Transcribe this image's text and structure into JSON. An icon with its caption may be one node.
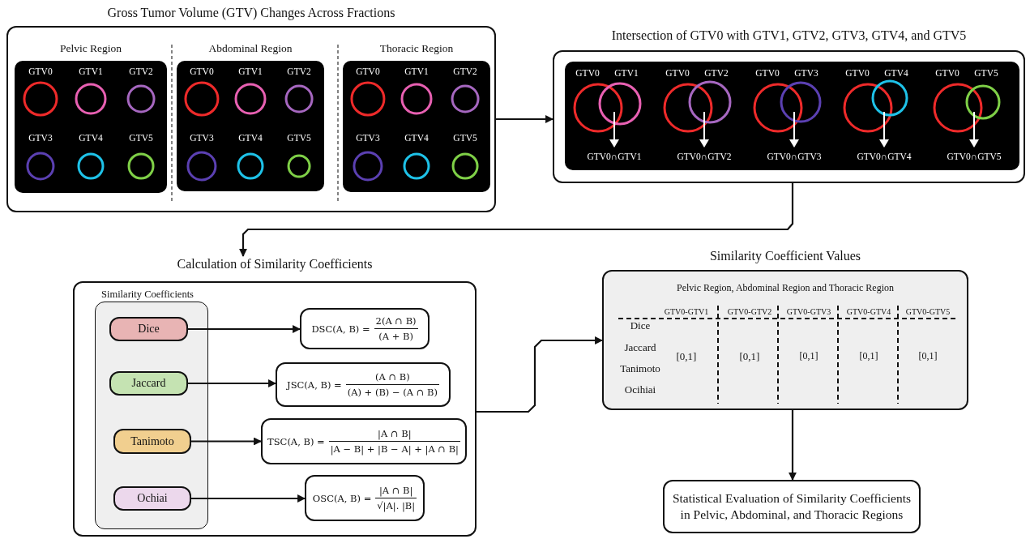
{
  "diagram": {
    "nodes": [
      {
        "text": [
          "Gross Tumor Volume (GTV) Changes Across Fractions"
        ]
      },
      {
        "text": [
          "Pelvic Region",
          "GTV0",
          "GTV1",
          "GTV2",
          "GTV3",
          "GTV4",
          "GTV5"
        ],
        "in": 0
      },
      {
        "text": [
          "Abdominal Region",
          "GTV0",
          "GTV1",
          "GTV2",
          "GTV3",
          "GTV4",
          "GTV5"
        ],
        "in": 0
      },
      {
        "text": [
          "Thoracic Region",
          "GTV0",
          "GTV1",
          "GTV2",
          "GTV3",
          "GTV4",
          "GTV5"
        ],
        "in": 0
      },
      {
        "text": [
          "Intersection of GTV0 with GTV1, GTV2, GTV3, GTV4, and GTV5"
        ]
      },
      {
        "text": [
          "GTV0",
          "GTV1",
          "GTV0",
          "GTV2",
          "GTV0",
          "GTV3",
          "GTV0",
          "GTV4",
          "GTV0",
          "GTV5",
          "GTV0∩GTV1",
          "GTV0∩GTV2",
          "GTV0∩GTV3",
          "GTV0∩GTV4",
          "GTV0∩GTV5"
        ],
        "in": 4
      },
      {
        "text": [
          "Calculation of Similarity Coefficients"
        ]
      },
      {
        "text": [
          "Similarity Coefficients"
        ],
        "in": 6
      },
      {
        "text": [
          "Dice"
        ],
        "in": 7
      },
      {
        "text": [
          "Jaccard"
        ],
        "in": 7
      },
      {
        "text": [
          "Tanimoto"
        ],
        "in": 7
      },
      {
        "text": [
          "Ochiai"
        ],
        "in": 7
      },
      {
        "text": [
          "DSC(A, B) =",
          "2(A ∩ B)",
          "(A + B)"
        ],
        "in": 6
      },
      {
        "text": [
          "JSC(A, B) =",
          "(A ∩ B)",
          "(A) + (B) − (A ∩ B)"
        ],
        "in": 6
      },
      {
        "text": [
          "TSC(A, B) =",
          "|A ∩ B|",
          "|A − B| + |B − A| + |A ∩ B|"
        ],
        "in": 6
      },
      {
        "text": [
          "OSC(A, B) =",
          "|A ∩ B|",
          "√|A|. |B|"
        ],
        "in": 6
      },
      {
        "text": [
          "Similarity Coefficient Values",
          "Pelvic Region, Abdominal Region and Thoracic Region",
          "GTV0-GTV1",
          "GTV0-GTV2",
          "GTV0-GTV3",
          "GTV0-GTV4",
          "GTV0-GTV5",
          "Dice",
          "Jaccard",
          "[0,1]",
          "[0,1]",
          "[0,1]",
          "[0,1]",
          "[0,1]",
          "Tanimoto",
          "Ocihiai"
        ]
      },
      {
        "text": [
          "Statistical Evaluation of Similarity Coefficients in Pelvic, Abdominal, and Thoracic Regions"
        ]
      }
    ],
    "edges": [
      {
        "from": 0,
        "to": 4,
        "arrow": "to"
      },
      {
        "from": 4,
        "to": 6,
        "arrow": "to"
      },
      {
        "from": 8,
        "to": 12,
        "arrow": "to"
      },
      {
        "from": 9,
        "to": 13,
        "arrow": "to"
      },
      {
        "from": 10,
        "to": 14,
        "arrow": "to"
      },
      {
        "from": 11,
        "to": 15,
        "arrow": "to"
      },
      {
        "from": 6,
        "to": 16,
        "arrow": "to"
      },
      {
        "from": 16,
        "to": 17,
        "arrow": "to"
      }
    ]
  }
}
